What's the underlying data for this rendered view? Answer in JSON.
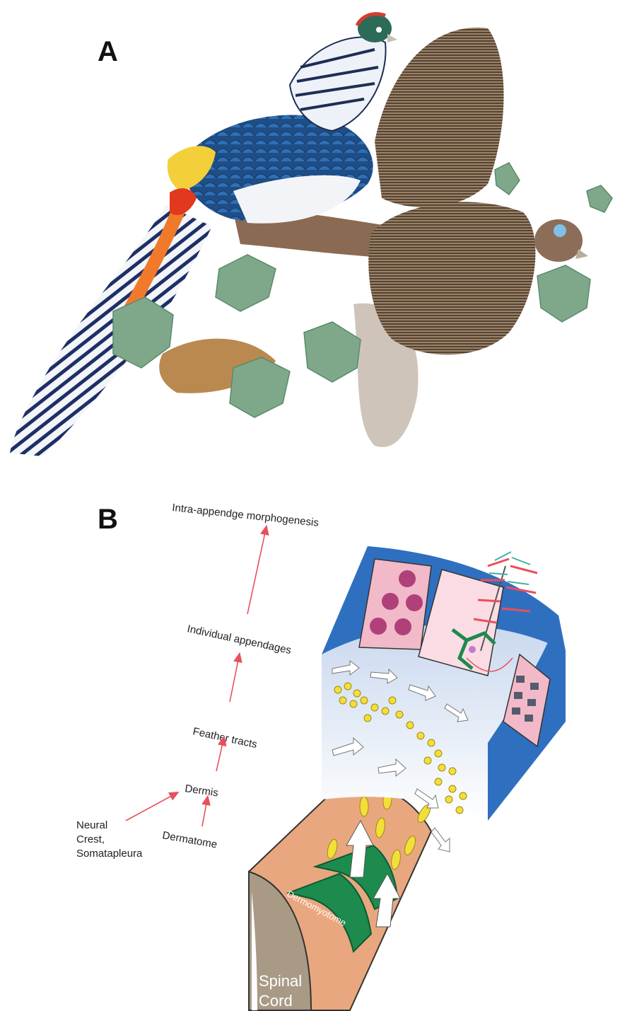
{
  "panels": {
    "a": {
      "letter": "A"
    },
    "b": {
      "letter": "B"
    }
  },
  "flow": {
    "stage_top": "Intra-appendge morphogenesis",
    "stage_appendages": "Individual appendages",
    "stage_tracts": "Feather tracts",
    "stage_dermis": "Dermis",
    "source_neural_line1": "Neural",
    "source_neural_line2": "Crest,",
    "source_neural_line3": "Somatapleura",
    "source_dermatome": "Dermatome"
  },
  "anatomy": {
    "dermomyotome": "Dermomyotome",
    "spinal_line1": "Spinal",
    "spinal_line2": "Cord"
  },
  "colors": {
    "arrow": "#e8505b",
    "skin_blue": "#2f6fc0",
    "pink_panel": "#f2b9c8",
    "magenta_dot": "#b0407a",
    "yellow_cell": "#f2df3a",
    "green_dermomyotome": "#1d8a4e",
    "tan_tissue": "#e9a77f",
    "spinal_gray": "#a99a86"
  }
}
